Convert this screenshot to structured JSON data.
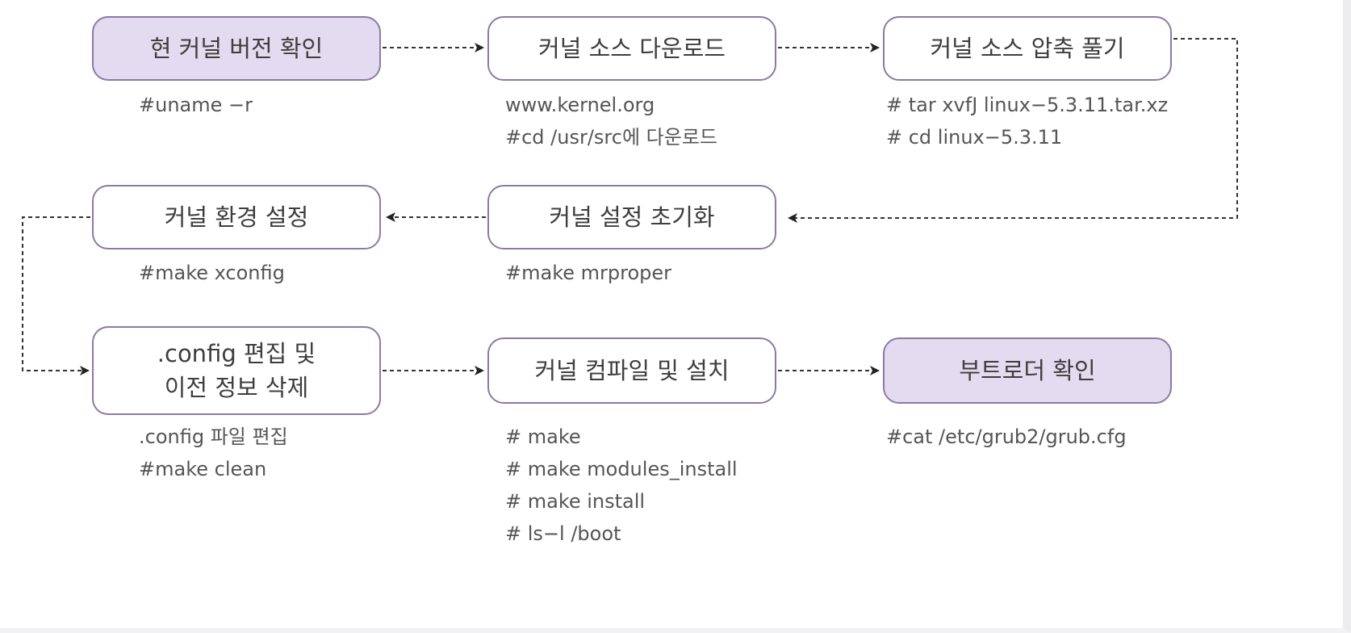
{
  "steps": {
    "check_version": {
      "title": "현 커널 버전 확인",
      "lines": [
        "#uname −r"
      ]
    },
    "download": {
      "title": "커널 소스 다운로드",
      "lines": [
        "www.kernel.org",
        "#cd /usr/src에 다운로드"
      ]
    },
    "extract": {
      "title": "커널 소스 압축 풀기",
      "lines": [
        "# tar xvfJ linux−5.3.11.tar.xz",
        "# cd linux−5.3.11"
      ]
    },
    "init_config": {
      "title": "커널 설정 초기화",
      "lines": [
        "#make mrproper"
      ]
    },
    "env_config": {
      "title": "커널 환경 설정",
      "lines": [
        "#make xconfig"
      ]
    },
    "edit_config": {
      "title_line1": ".config 편집 및",
      "title_line2": "이전 정보 삭제",
      "lines": [
        ".config 파일 편집",
        "#make clean"
      ]
    },
    "compile": {
      "title": "커널 컴파일 및 설치",
      "lines": [
        "# make",
        "# make modules_install",
        "# make install",
        "# ls−l  /boot"
      ]
    },
    "bootloader": {
      "title": "부트로더 확인",
      "lines": [
        "#cat  /etc/grub2/grub.cfg"
      ]
    }
  },
  "colors": {
    "highlight_fill": "#e3dbef",
    "box_border": "#8c7aa6",
    "arrow": "#333333"
  }
}
